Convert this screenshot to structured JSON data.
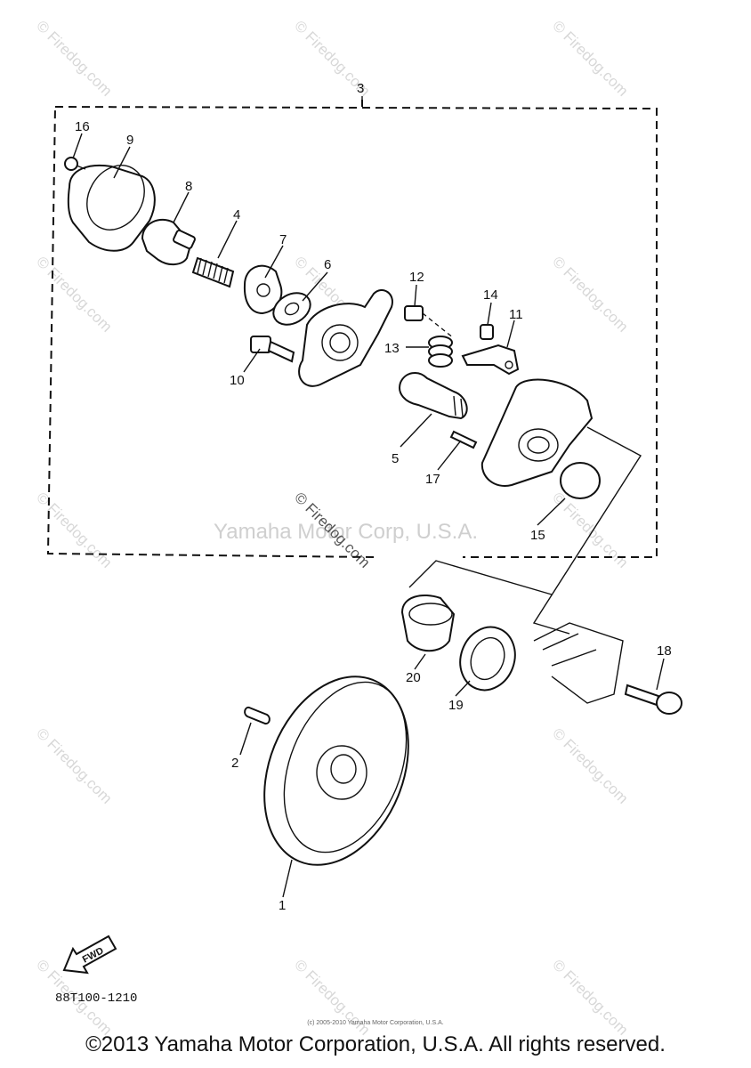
{
  "callouts": [
    "1",
    "2",
    "3",
    "4",
    "5",
    "6",
    "7",
    "8",
    "9",
    "10",
    "11",
    "12",
    "13",
    "14",
    "15",
    "16",
    "17",
    "18",
    "19",
    "20"
  ],
  "fwd_label": "FWD",
  "drawing_number": "88T100-1210",
  "watermark": {
    "small": "© Firedog.com",
    "center": "© Firedog.com",
    "center_mark": "Yamaha Motor Corp, U.S.A."
  },
  "footer": {
    "micro": "(c) 2005-2010 Yamaha Motor Corporation, U.S.A.",
    "copyright": "©2013 Yamaha Motor Corporation, U.S.A. All rights reserved."
  },
  "colors": {
    "ink": "#111111",
    "watermark": "#d0d0d0",
    "background": "#ffffff"
  }
}
